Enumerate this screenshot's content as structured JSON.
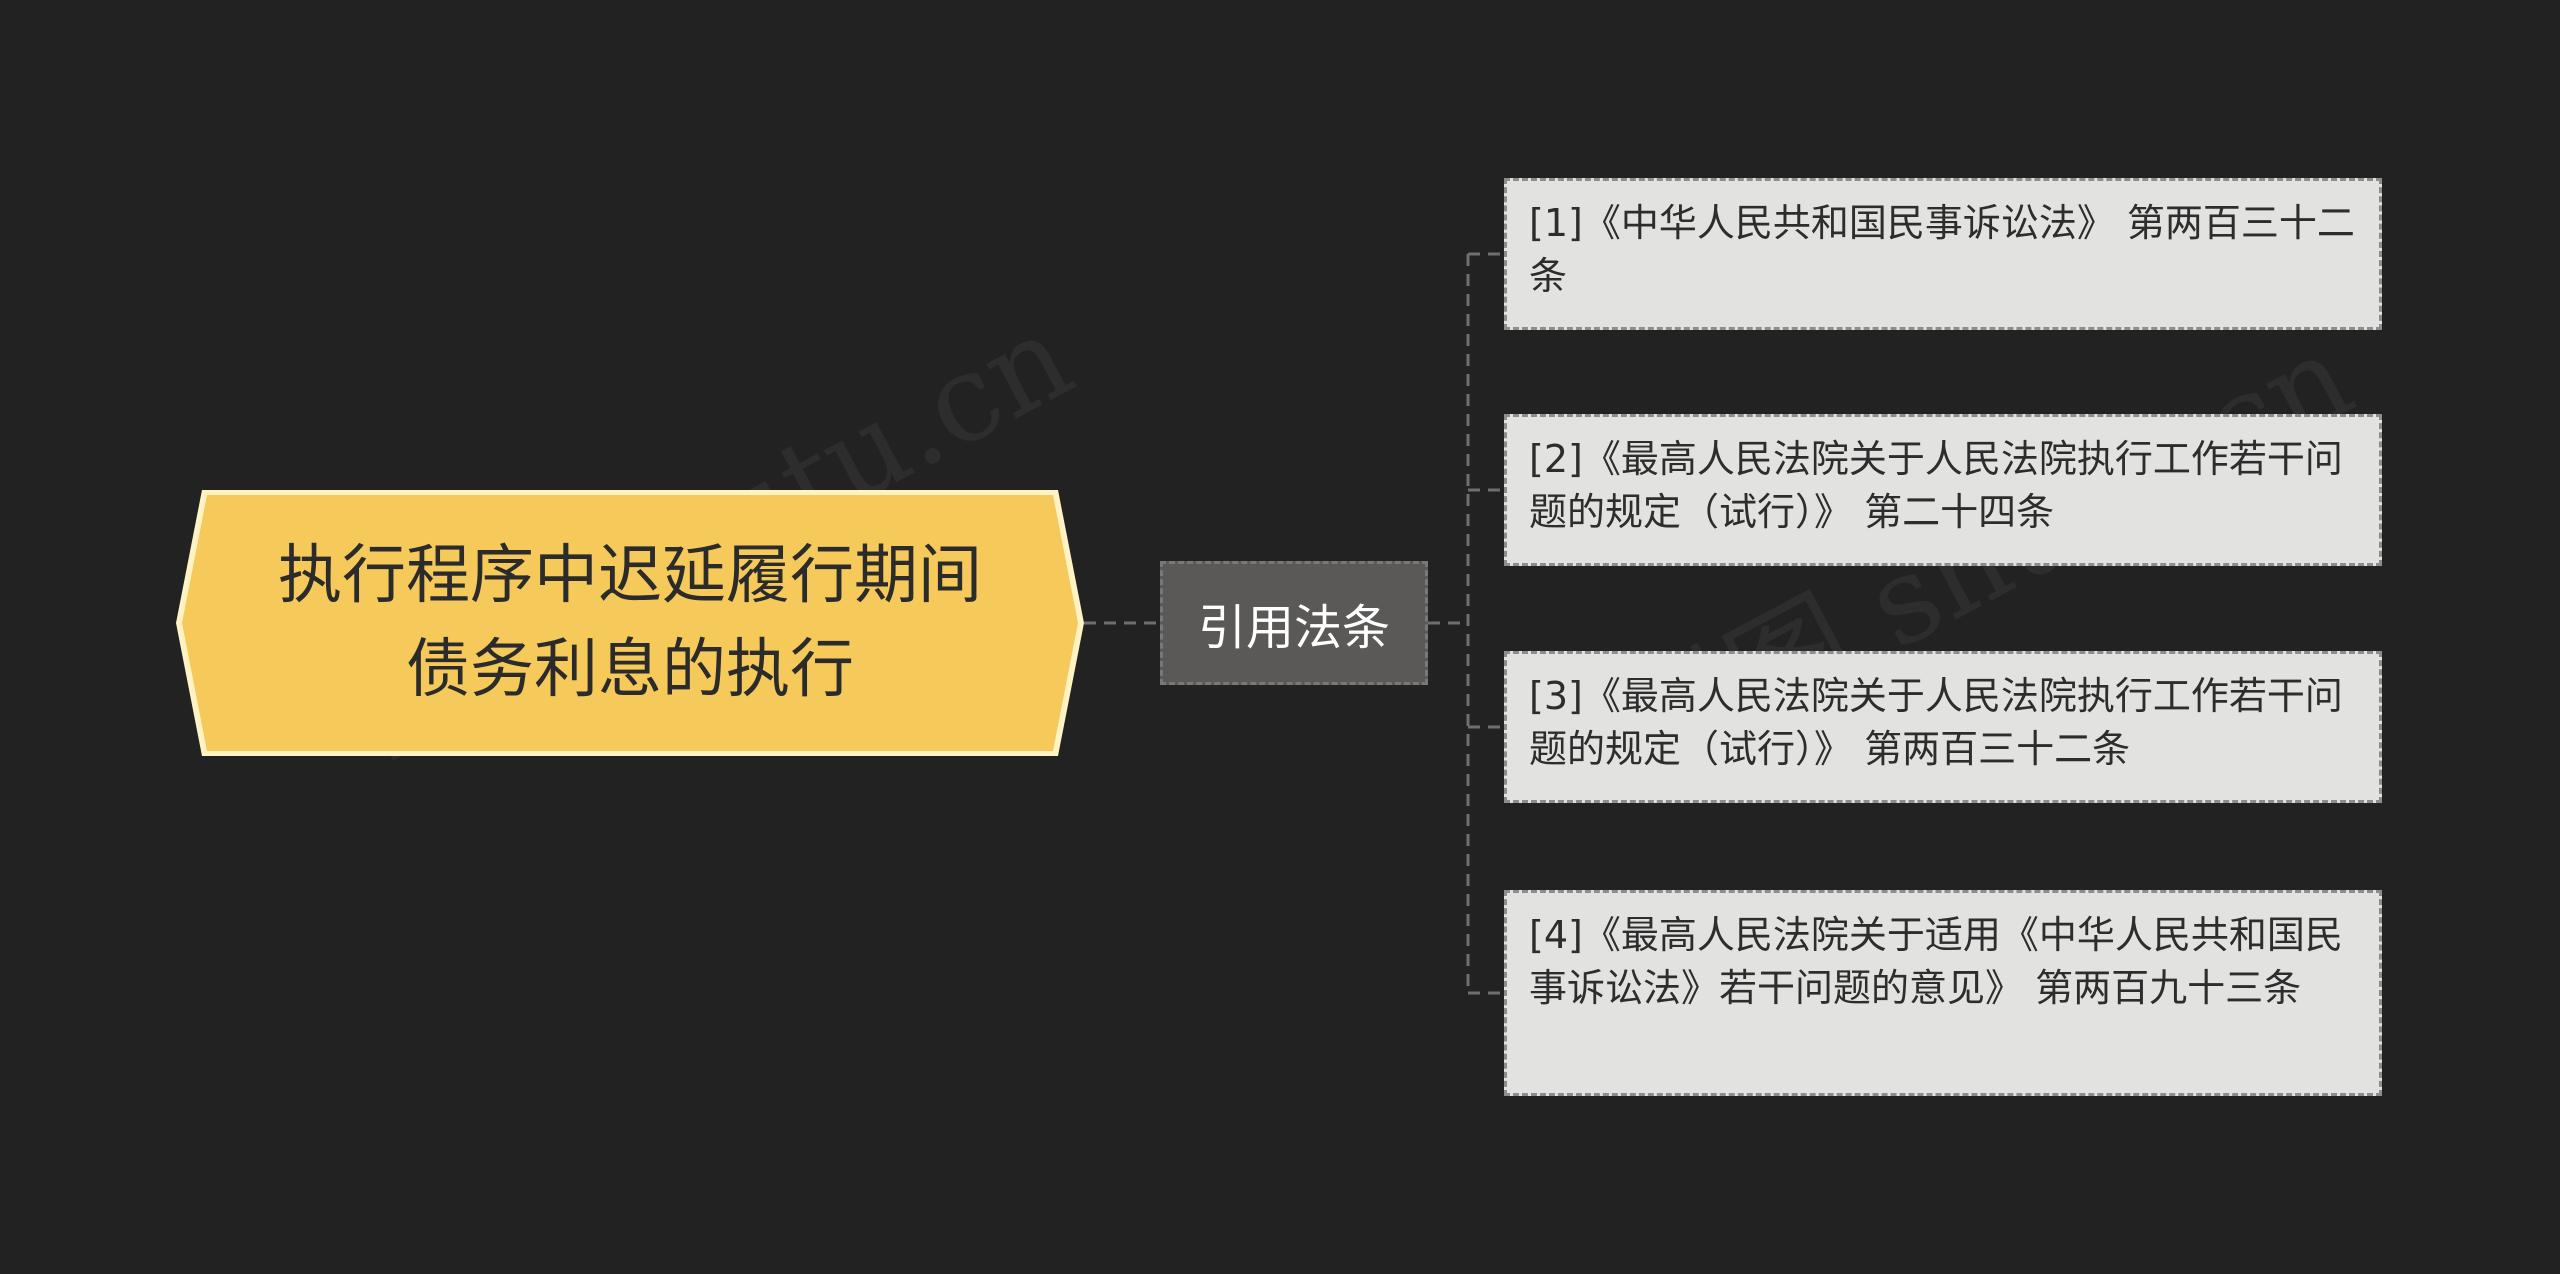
{
  "root": {
    "title_line1": "执行程序中迟延履行期间",
    "title_line2": "债务利息的执行"
  },
  "branch": {
    "label": "引用法条"
  },
  "leaves": [
    {
      "text": "[1]《中华人民共和国民事诉讼法》 第两百三十二条"
    },
    {
      "text": "[2]《最高人民法院关于人民法院执行工作若干问题的规定（试行）》 第二十四条"
    },
    {
      "text": "[3]《最高人民法院关于人民法院执行工作若干问题的规定（试行）》 第两百三十二条"
    },
    {
      "text": "[4]《最高人民法院关于适用《中华人民共和国民事诉讼法》若干问题的意见》 第两百九十三条"
    }
  ],
  "watermark": "树图 shutu.cn",
  "colors": {
    "background": "#222222",
    "root_fill": "#f5c95a",
    "root_border": "#fff3c4",
    "branch_fill": "#5b5957",
    "leaf_fill": "#e2e2e0",
    "connector": "#6f6f6d"
  }
}
